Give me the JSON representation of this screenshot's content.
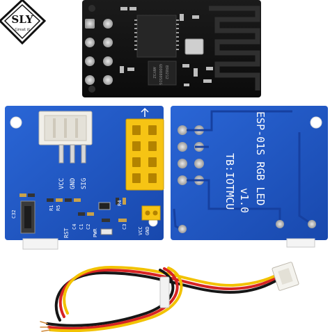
{
  "brand": {
    "logo_letters": "SLY",
    "tagline": "Great it"
  },
  "esp_module": {
    "chip_marking": [
      "ANY3Z",
      "GDD880SIG",
      "ER0212"
    ]
  },
  "left_board": {
    "pin_labels": [
      "VCC",
      "GND",
      "SIG"
    ],
    "header_pins": [
      "VCC",
      "GND"
    ],
    "components": [
      "C32",
      "RST",
      "C4",
      "C1",
      "C2",
      "R1",
      "R4",
      "R5",
      "C3",
      "PWR"
    ]
  },
  "right_board": {
    "title": "ESP-01S RGB LED",
    "version": "v1.0",
    "maker": "TB:IOTMCU"
  },
  "colors": {
    "pcb_blue": "#1c57c7",
    "esp_black": "#141414",
    "socket_yellow": "#f6c414",
    "connector_white": "#f1efe9",
    "wire_red": "#d62424",
    "wire_black": "#161616",
    "wire_yellow": "#f2c200"
  }
}
